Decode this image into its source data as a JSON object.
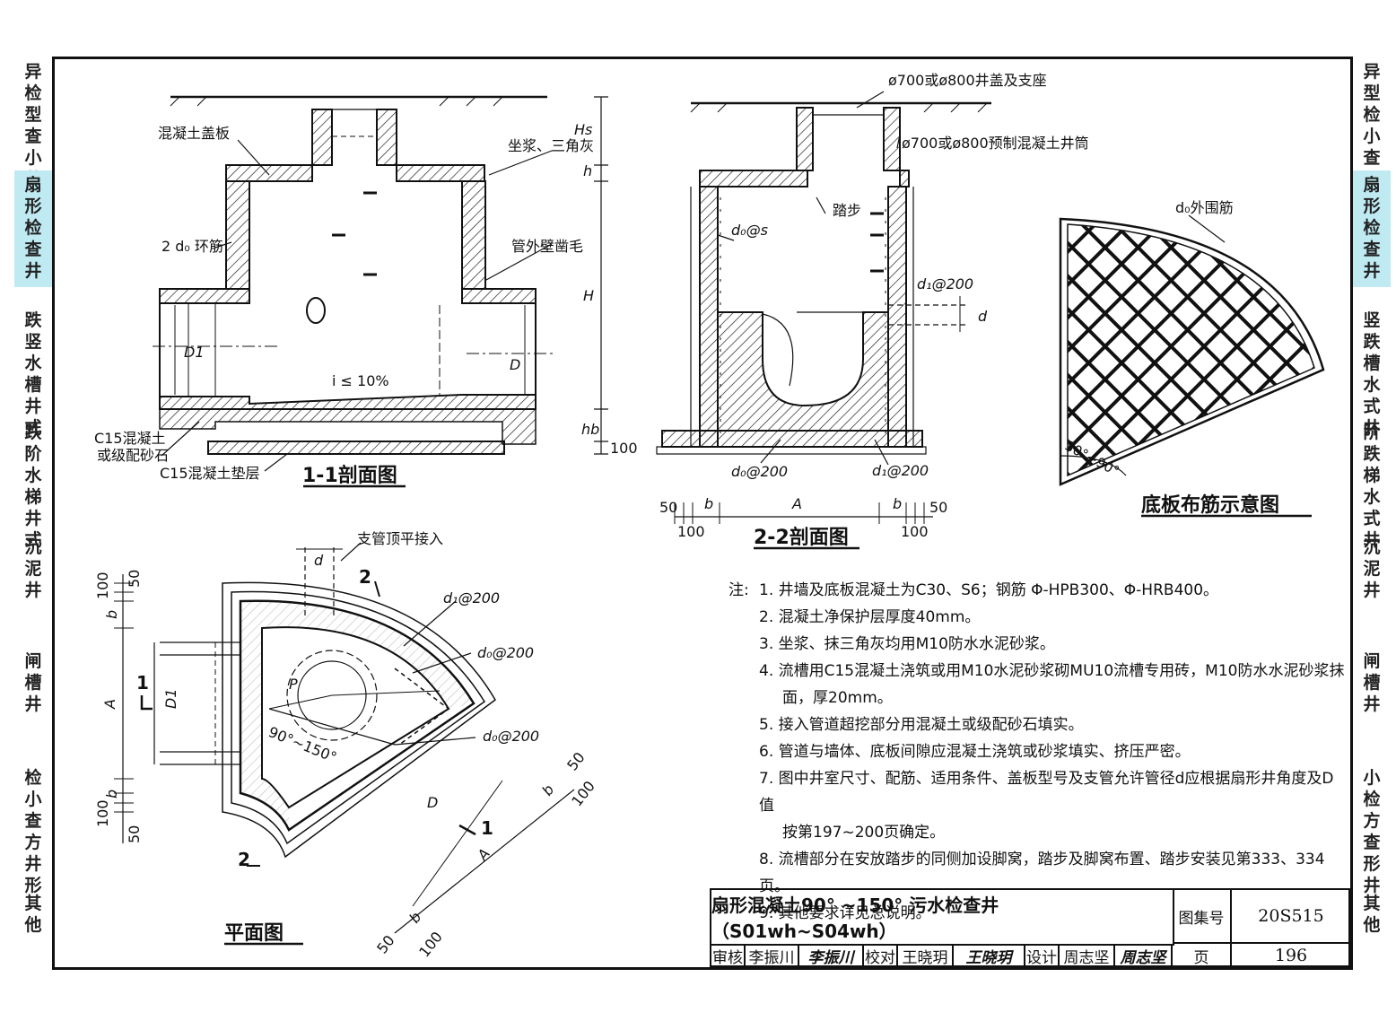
{
  "side_tabs_left": [
    {
      "text": "异检型查小井三通",
      "active": false
    },
    {
      "text": "扇形检查井",
      "active": true
    },
    {
      "text": "跌竖水槽井式",
      "active": false
    },
    {
      "text": "跌阶水梯井式",
      "active": false
    },
    {
      "text": "沉泥井",
      "active": false
    },
    {
      "text": "闸槽井",
      "active": false
    },
    {
      "text": "检小查方井形",
      "active": false
    },
    {
      "text": "其他",
      "active": false
    }
  ],
  "side_tabs_right": [
    {
      "text": "异型检小查三井通",
      "active": false
    },
    {
      "text": "扇形检查井",
      "active": true
    },
    {
      "text": "竖跌槽水式井",
      "active": false
    },
    {
      "text": "阶跌梯水式井",
      "active": false
    },
    {
      "text": "沉泥井",
      "active": false
    },
    {
      "text": "闸槽井",
      "active": false
    },
    {
      "text": "小检方查形井",
      "active": false
    },
    {
      "text": "其他",
      "active": false
    }
  ],
  "section11": {
    "title": "1-1剖面图",
    "lbl_cover": "混凝土盖板",
    "lbl_mortar": "坐浆、三角灰",
    "lbl_ring": "2 d₀ 环筋",
    "lbl_rough": "管外壁凿毛",
    "lbl_slope": "i ≤ 10%",
    "lbl_c15": "C15混凝土",
    "lbl_c15b": "或级配砂石",
    "lbl_cushion": "C15混凝土垫层",
    "dim_hs": "Hs",
    "dim_h": "h",
    "dim_H": "H",
    "dim_hb": "hb",
    "dim_100": "100",
    "dim_D1": "D1",
    "dim_D": "D"
  },
  "section22": {
    "title": "2-2剖面图",
    "lbl_cover": "ø700或ø800井盖及支座",
    "lbl_shaft": "ø700或ø800预制混凝土井筒",
    "lbl_step": "踏步",
    "lbl_d0s": "d₀@s",
    "lbl_d1": "d₁@200",
    "lbl_d": "d",
    "lbl_d0_200": "d₀@200",
    "lbl_d1_200": "d₁@200",
    "dim_50l": "50",
    "dim_bl": "b",
    "dim_A": "A",
    "dim_br": "b",
    "dim_50r": "50",
    "dim_100l": "100",
    "dim_100r": "100"
  },
  "baseplate": {
    "title": "底板布筋示意图",
    "lbl_ring": "d₀外围筋",
    "lbl_angle": "30°~90°"
  },
  "plan": {
    "title": "平面图",
    "lbl_branch": "支管顶平接入",
    "lbl_d": "d",
    "lbl_2top": "2",
    "lbl_2bot": "2",
    "lbl_1a": "1",
    "lbl_1b": "1",
    "lbl_d1": "d₁@200",
    "lbl_d0a": "d₀@200",
    "lbl_d0b": "d₀@200",
    "lbl_angle": "90°~150°",
    "lbl_P": "P",
    "lbl_D1": "D1",
    "lbl_D": "D",
    "lbl_A_left": "A",
    "lbl_A_bot": "A",
    "dim_50_t": "50",
    "dim_100_t": "100",
    "dim_b_t": "b",
    "dim_b_b": "b",
    "dim_100_b": "100",
    "dim_50_b": "50",
    "dim_50_r": "50",
    "dim_b_r": "b",
    "dim_100_r": "100",
    "dim_50_bb": "50",
    "dim_b_bb": "b",
    "dim_100_bb": "100"
  },
  "notes": {
    "head": "注:",
    "items": [
      "1. 井墙及底板混凝土为C30、S6；钢筋 Φ-HPB300、Φ-HRB400。",
      "2. 混凝土净保护层厚度40mm。",
      "3. 坐浆、抹三角灰均用M10防水水泥砂浆。",
      "4. 流槽用C15混凝土浇筑或用M10水泥砂浆砌MU10流槽专用砖，M10防水水泥砂浆抹",
      "面，厚20mm。",
      "5. 接入管道超挖部分用混凝土或级配砂石填实。",
      "6. 管道与墙体、底板间隙应混凝土浇筑或砂浆填实、挤压严密。",
      "7. 图中井室尺寸、配筋、适用条件、盖板型号及支管允许管径d应根据扇形井角度及D值",
      "按第197~200页确定。",
      "8. 流槽部分在安放踏步的同侧加设脚窝，踏步及脚窝布置、踏步安装见第333、334页。",
      "9. 其他要求详见总说明。"
    ]
  },
  "titleblock": {
    "title": "扇形混凝土90° ~150° 污水检查井（S01wh~S04wh）",
    "set_label": "图集号",
    "set_value": "20S515",
    "review_label": "审核",
    "review_name": "李振川",
    "review_sig": "李振川",
    "check_label": "校对",
    "check_name": "王晓玥",
    "check_sig": "王晓玥",
    "design_label": "设计",
    "design_name": "周志坚",
    "design_sig": "周志坚",
    "page_label": "页",
    "page_value": "196"
  }
}
